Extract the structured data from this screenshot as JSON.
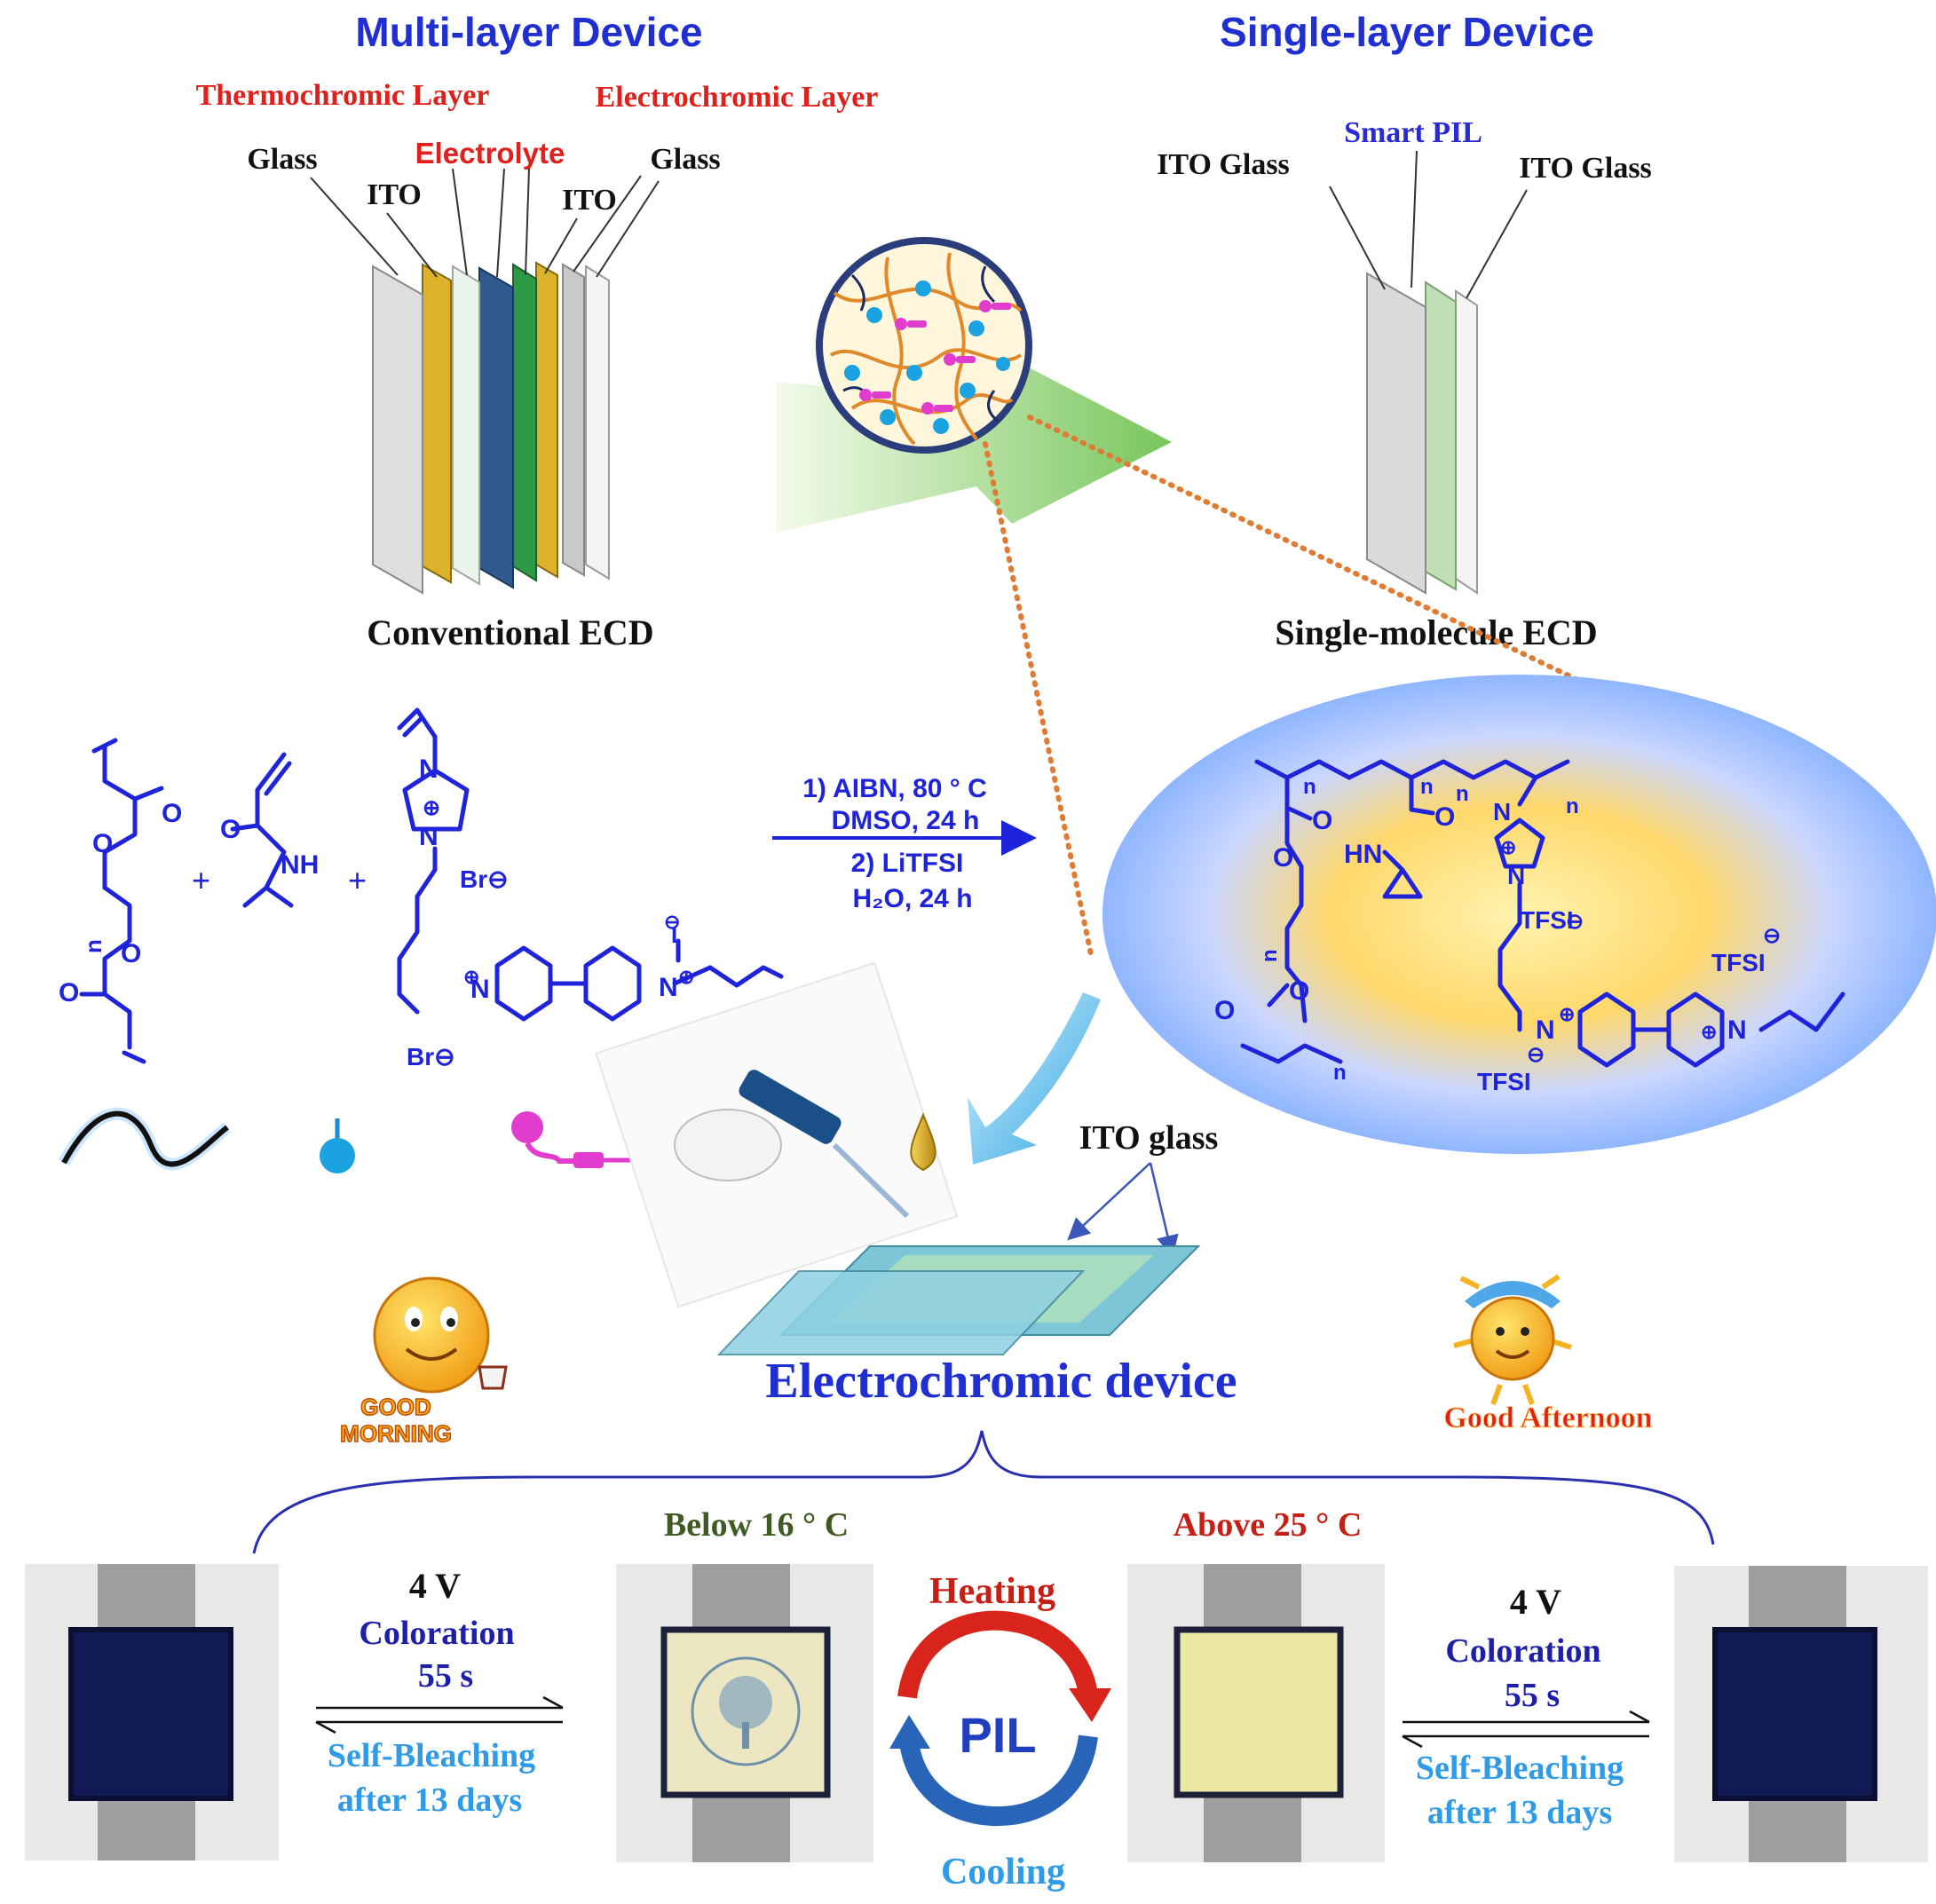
{
  "header": {
    "multi_title": "Multi-layer Device",
    "single_title": "Single-layer Device"
  },
  "multilayer": {
    "thermochromic": "Thermochromic Layer",
    "electrochromic": "Electrochromic Layer",
    "glass_left": "Glass",
    "glass_right": "Glass",
    "ito_left": "ITO",
    "ito_right": "ITO",
    "electrolyte": "Electrolyte",
    "caption": "Conventional ECD"
  },
  "singlelayer": {
    "smart_pil": "Smart PIL",
    "ito_glass_left": "ITO Glass",
    "ito_glass_right": "ITO Glass",
    "caption": "Single-molecule ECD"
  },
  "synthesis": {
    "plus": "+",
    "step1": "1) AIBN, 80 ° C",
    "step1b": "DMSO, 24 h",
    "step2": "2) LiTFSI",
    "step2b": "H₂O, 24 h"
  },
  "chem_labels": {
    "O": "O",
    "NH": "NH",
    "HN": "HN",
    "N": "N",
    "Nplus": "N",
    "Br": "Br⊖",
    "I": "I",
    "n": "n",
    "TFSI": "TFSI",
    "plus_charge": "⊕",
    "minus_charge": "⊖"
  },
  "device": {
    "ito_glass": "ITO glass",
    "title": "Electrochromic device"
  },
  "greetings": {
    "morning": "GOOD MORNING",
    "morning_line1": "GOOD",
    "morning_line2": "MORNING",
    "afternoon": "Good Afternoon"
  },
  "bottom": {
    "below": "Below 16 ° C",
    "above": "Above 25 ° C",
    "left": {
      "voltage": "4 V",
      "coloration": "Coloration",
      "time": "55 s",
      "bleach1": "Self-Bleaching",
      "bleach2": "after 13 days"
    },
    "right": {
      "voltage": "4 V",
      "coloration": "Coloration",
      "time": "55 s",
      "bleach1": "Self-Bleaching",
      "bleach2": "after 13 days"
    },
    "heating": "Heating",
    "cooling": "Cooling",
    "pil": "PIL"
  },
  "colors": {
    "title_blue": "#1f2fd1",
    "label_red": "#e0201c",
    "below_green": "#3f5a23",
    "above_red": "#c51f16",
    "bleach_cyan": "#2f9be6",
    "device_navy": "#121a55",
    "device_yellow": "#ede7a6"
  }
}
